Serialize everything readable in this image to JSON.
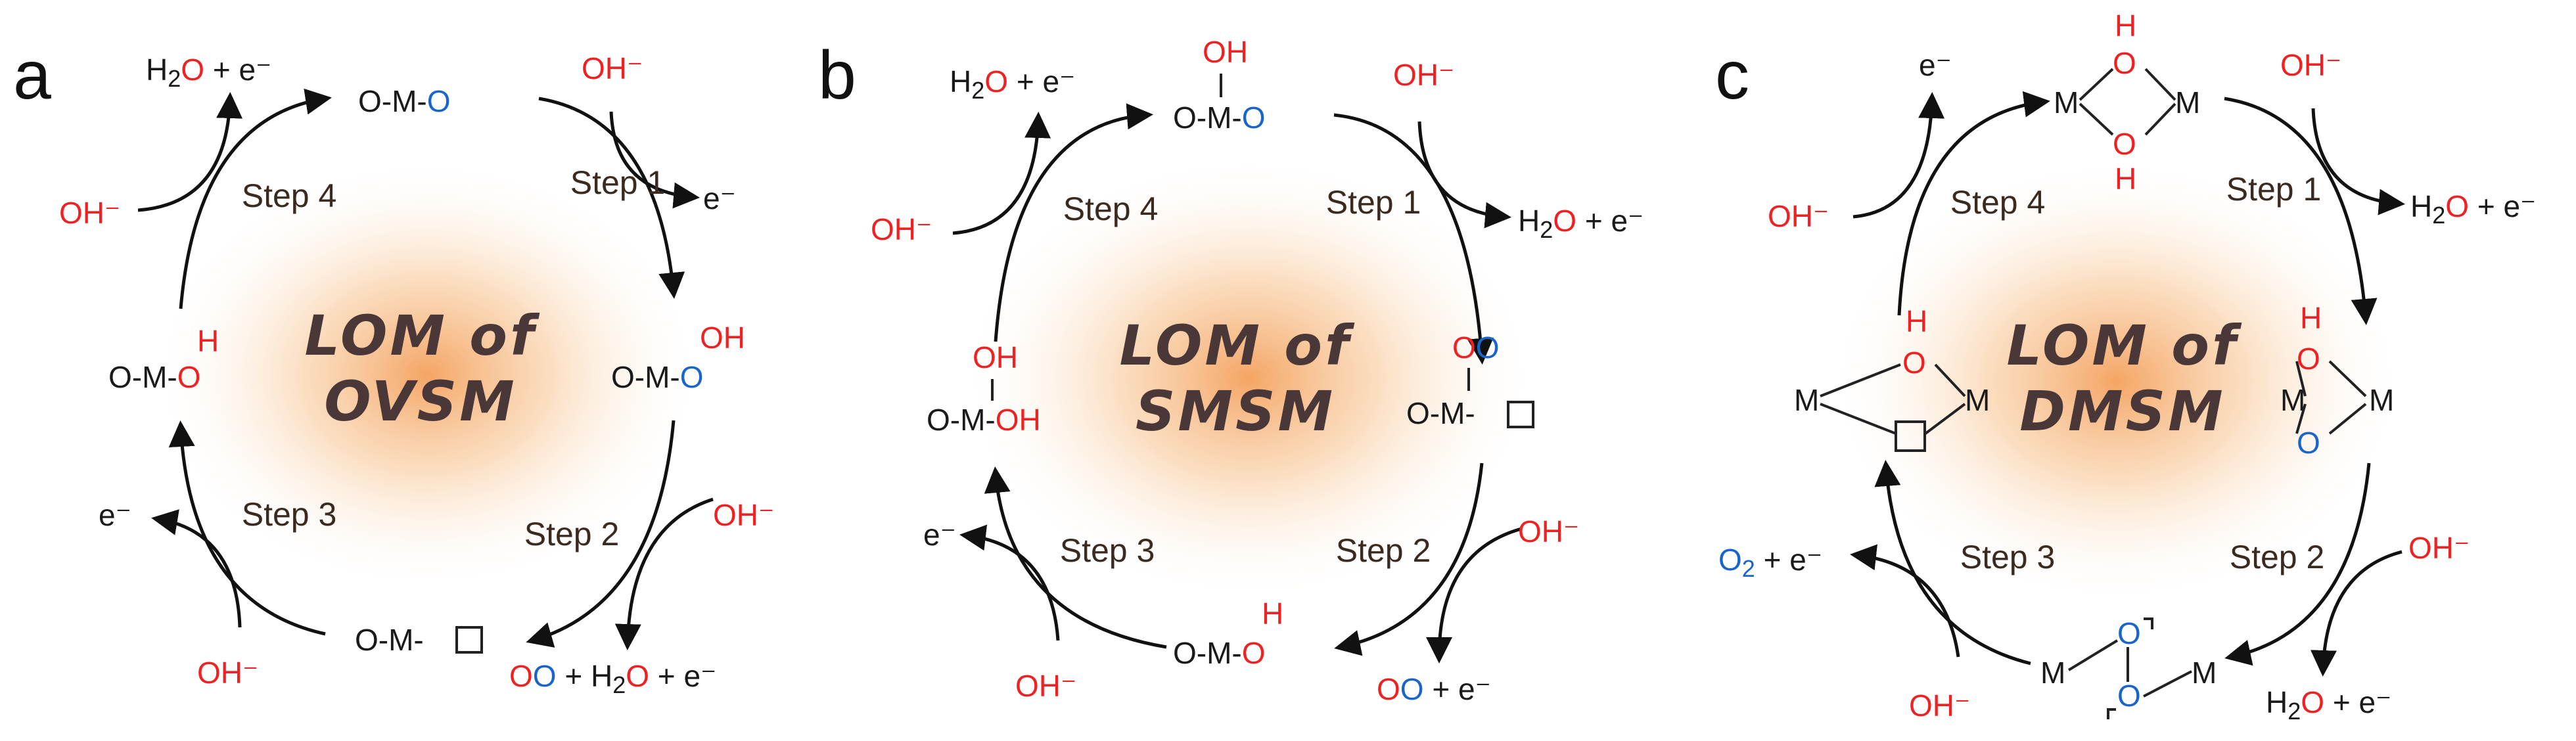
{
  "colors": {
    "red": "#ee2222",
    "blue": "#1a66c8",
    "black": "#1a1a1a",
    "glow": "#f6b278"
  },
  "panels": [
    {
      "letter": "a",
      "title_line1": "LOM of",
      "title_line2": "OVSM",
      "steps": {
        "s1": "Step 1",
        "s2": "Step 2",
        "s3": "Step 3",
        "s4": "Step 4"
      },
      "top_left": {
        "h2": "H",
        "sub2": "2",
        "o": "O",
        "plus_e": " + e⁻"
      },
      "top_state": {
        "prefix": "O-M-",
        "o": "O"
      },
      "oh_top_right": "OH⁻",
      "e_step1": "e⁻",
      "oh_left": "OH⁻",
      "left_state": {
        "h": "H",
        "prefix": "O-M-",
        "o": "O"
      },
      "right_state": {
        "oh": "OH",
        "prefix": "O-M-",
        "o": "O"
      },
      "e_step3": "e⁻",
      "oh_right_lower": "OH⁻",
      "bottom_state": {
        "prefix": "O-M-"
      },
      "oh_bottom_left": "OH⁻",
      "product_bottom": {
        "o_red": "O",
        "o_blue": "O",
        "plus_h": " + H",
        "sub2": "2",
        "o2": "O",
        "plus_e": " + e⁻"
      }
    },
    {
      "letter": "b",
      "title_line1": "LOM of",
      "title_line2": "SMSM",
      "steps": {
        "s1": "Step 1",
        "s2": "Step 2",
        "s3": "Step 3",
        "s4": "Step 4"
      },
      "top_left": {
        "h2": "H",
        "sub2": "2",
        "o": "O",
        "plus_e": " + e⁻"
      },
      "top_state": {
        "oh": "OH",
        "prefix": "O-M-",
        "o": "O"
      },
      "oh_top_right": "OH⁻",
      "product_step1": {
        "h2": "H",
        "sub2": "2",
        "o": "O",
        "plus_e": " + e⁻"
      },
      "oh_left": "OH⁻",
      "left_state": {
        "oh_top": "OH",
        "prefix": "O-M-",
        "oh": "OH"
      },
      "right_state": {
        "o_red": "O",
        "o_blue": "O",
        "prefix": "O-M-"
      },
      "e_step3": "e⁻",
      "oh_right_lower": "OH⁻",
      "bottom_state": {
        "h": "H",
        "prefix": "O-M-",
        "o": "O"
      },
      "oh_bottom_left": "OH⁻",
      "product_bottom": {
        "o_red": "O",
        "o_blue": "O",
        "plus_e": " + e⁻"
      }
    },
    {
      "letter": "c",
      "title_line1": "LOM of",
      "title_line2": "DMSM",
      "steps": {
        "s1": "Step 1",
        "s2": "Step 2",
        "s3": "Step 3",
        "s4": "Step 4"
      },
      "e_top_left": "e⁻",
      "top_state": {
        "h_top": "H",
        "o_top": "O",
        "m_left": "M",
        "m_right": "M",
        "o_bot": "O",
        "h_bot": "H"
      },
      "oh_top_right": "OH⁻",
      "product_step1": {
        "h2": "H",
        "sub2": "2",
        "o": "O",
        "plus_e": " + e⁻"
      },
      "oh_left": "OH⁻",
      "left_state": {
        "h": "H",
        "o": "O",
        "m_left": "M",
        "m_right": "M"
      },
      "right_state": {
        "h": "H",
        "o_red": "O",
        "m_left": "M",
        "m_right": "M",
        "o_blue": "O"
      },
      "product_step3": {
        "o": "O",
        "sub2": "2",
        "plus_e": " + e⁻"
      },
      "oh_right_lower": "OH⁻",
      "bottom_state": {
        "m_left": "M",
        "o_top": "O",
        "o_bot": "O",
        "m_right": "M"
      },
      "oh_bottom_left": "OH⁻",
      "product_bottom": {
        "h2": "H",
        "sub2": "2",
        "o": "O",
        "plus_e": " + e⁻"
      }
    }
  ]
}
